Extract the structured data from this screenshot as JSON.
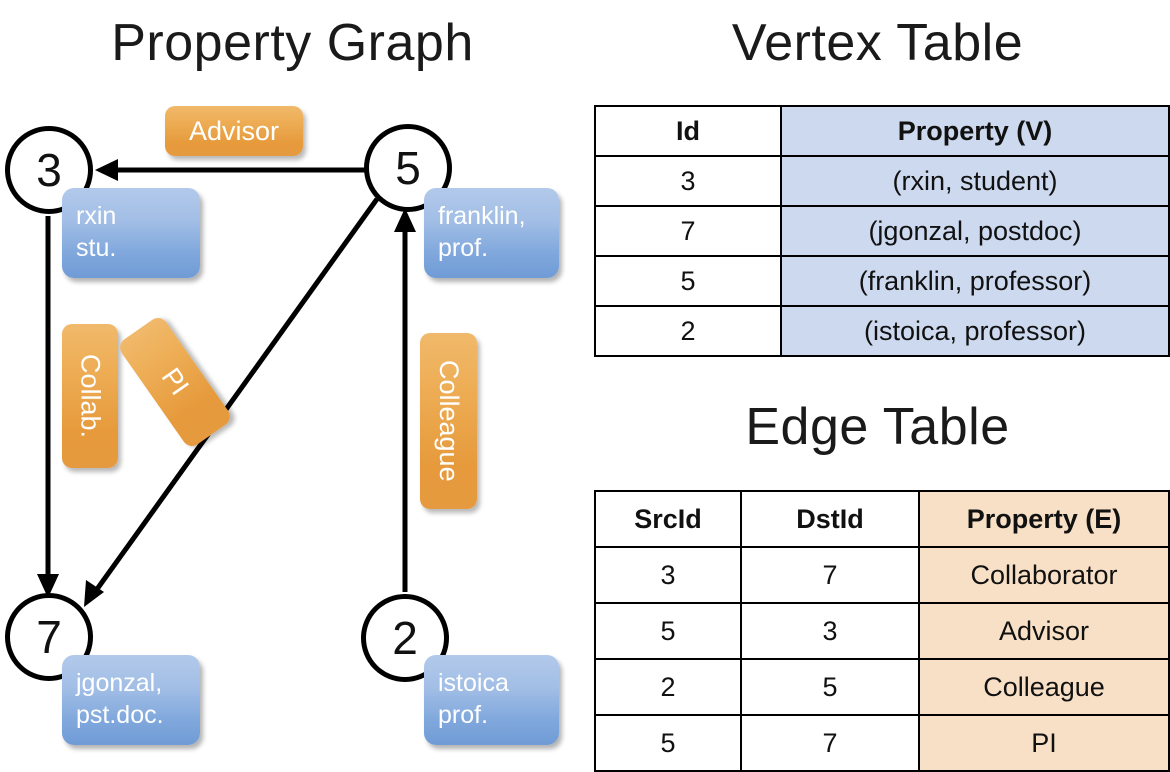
{
  "panels": {
    "graph_title": "Property Graph",
    "vertex_table_title": "Vertex Table",
    "edge_table_title": "Edge Table"
  },
  "graph": {
    "vertices": [
      {
        "id": "3",
        "property_label": "rxin\nstu."
      },
      {
        "id": "5",
        "property_label": "franklin,\nprof."
      },
      {
        "id": "7",
        "property_label": "jgonzal,\npst.doc."
      },
      {
        "id": "2",
        "property_label": "istoica\nprof."
      }
    ],
    "vertex_labels": {
      "v3": "3",
      "v5": "5",
      "v7": "7",
      "v2": "2"
    },
    "property_box_lines": {
      "rxin_line1": "rxin",
      "rxin_line2": "stu.",
      "franklin_line1": "franklin,",
      "franklin_line2": "prof.",
      "jgonzal_line1": "jgonzal,",
      "jgonzal_line2": "pst.doc.",
      "istoica_line1": "istoica",
      "istoica_line2": "prof."
    },
    "edge_labels": {
      "advisor": "Advisor",
      "collab": "Collab.",
      "pi": "PI",
      "colleague": "Colleague"
    },
    "edges": [
      {
        "from": "5",
        "to": "3",
        "label": "Advisor"
      },
      {
        "from": "3",
        "to": "7",
        "label": "Collab."
      },
      {
        "from": "5",
        "to": "7",
        "label": "PI"
      },
      {
        "from": "2",
        "to": "5",
        "label": "Colleague"
      }
    ]
  },
  "vertex_table": {
    "columns": [
      "Id",
      "Property (V)"
    ],
    "rows": [
      {
        "id": "3",
        "property": "(rxin, student)"
      },
      {
        "id": "7",
        "property": "(jgonzal, postdoc)"
      },
      {
        "id": "5",
        "property": "(franklin, professor)"
      },
      {
        "id": "2",
        "property": "(istoica, professor)"
      }
    ]
  },
  "edge_table": {
    "columns": [
      "SrcId",
      "DstId",
      "Property (E)"
    ],
    "rows": [
      {
        "src": "3",
        "dst": "7",
        "property": "Collaborator"
      },
      {
        "src": "5",
        "dst": "3",
        "property": "Advisor"
      },
      {
        "src": "2",
        "dst": "5",
        "property": "Colleague"
      },
      {
        "src": "5",
        "dst": "7",
        "property": "PI"
      }
    ]
  },
  "colors": {
    "vertex_property_blue": "#82a9dd",
    "edge_label_orange": "#e69a3c",
    "table_blue_cell": "#ccd9ee",
    "table_orange_cell": "#f7e0c6",
    "stroke": "#000000",
    "background": "#ffffff"
  }
}
